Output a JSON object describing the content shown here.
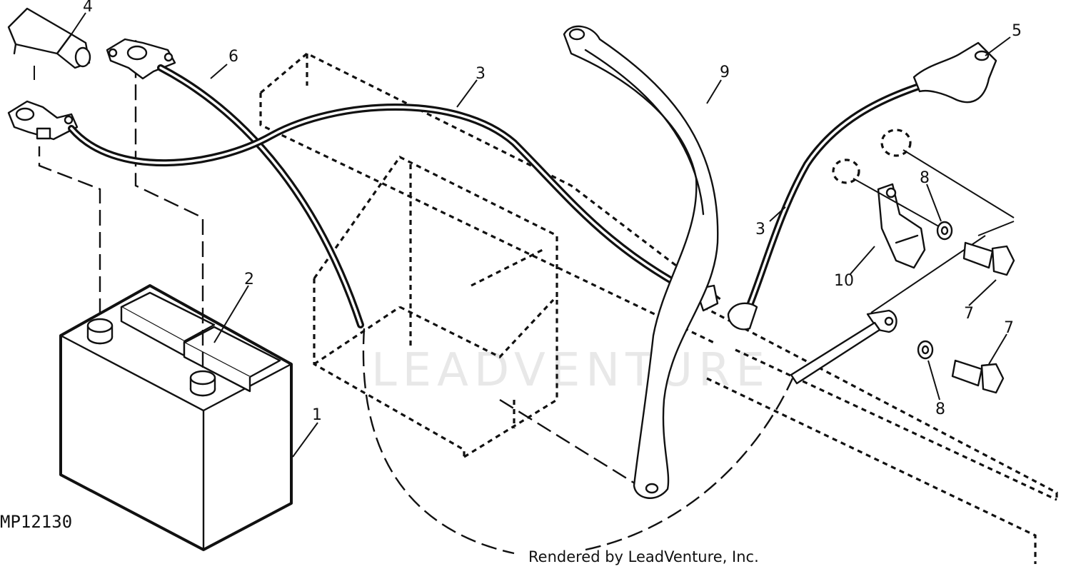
{
  "callouts": [
    {
      "id": "c1",
      "label": "1"
    },
    {
      "id": "c2",
      "label": "2"
    },
    {
      "id": "c3a",
      "label": "3"
    },
    {
      "id": "c3b",
      "label": "3"
    },
    {
      "id": "c4",
      "label": "4"
    },
    {
      "id": "c5",
      "label": "5"
    },
    {
      "id": "c6",
      "label": "6"
    },
    {
      "id": "c7a",
      "label": "7"
    },
    {
      "id": "c7b",
      "label": "7"
    },
    {
      "id": "c8a",
      "label": "8"
    },
    {
      "id": "c8b",
      "label": "8"
    },
    {
      "id": "c9",
      "label": "9"
    },
    {
      "id": "c10",
      "label": "10"
    }
  ],
  "drawing_id": "MP12130",
  "credit": "Rendered by LeadVenture, Inc.",
  "watermark": "LEADVENTURE",
  "colors": {
    "ink": "#111111",
    "paper": "#ffffff",
    "watermark": "#e8e8e8"
  }
}
